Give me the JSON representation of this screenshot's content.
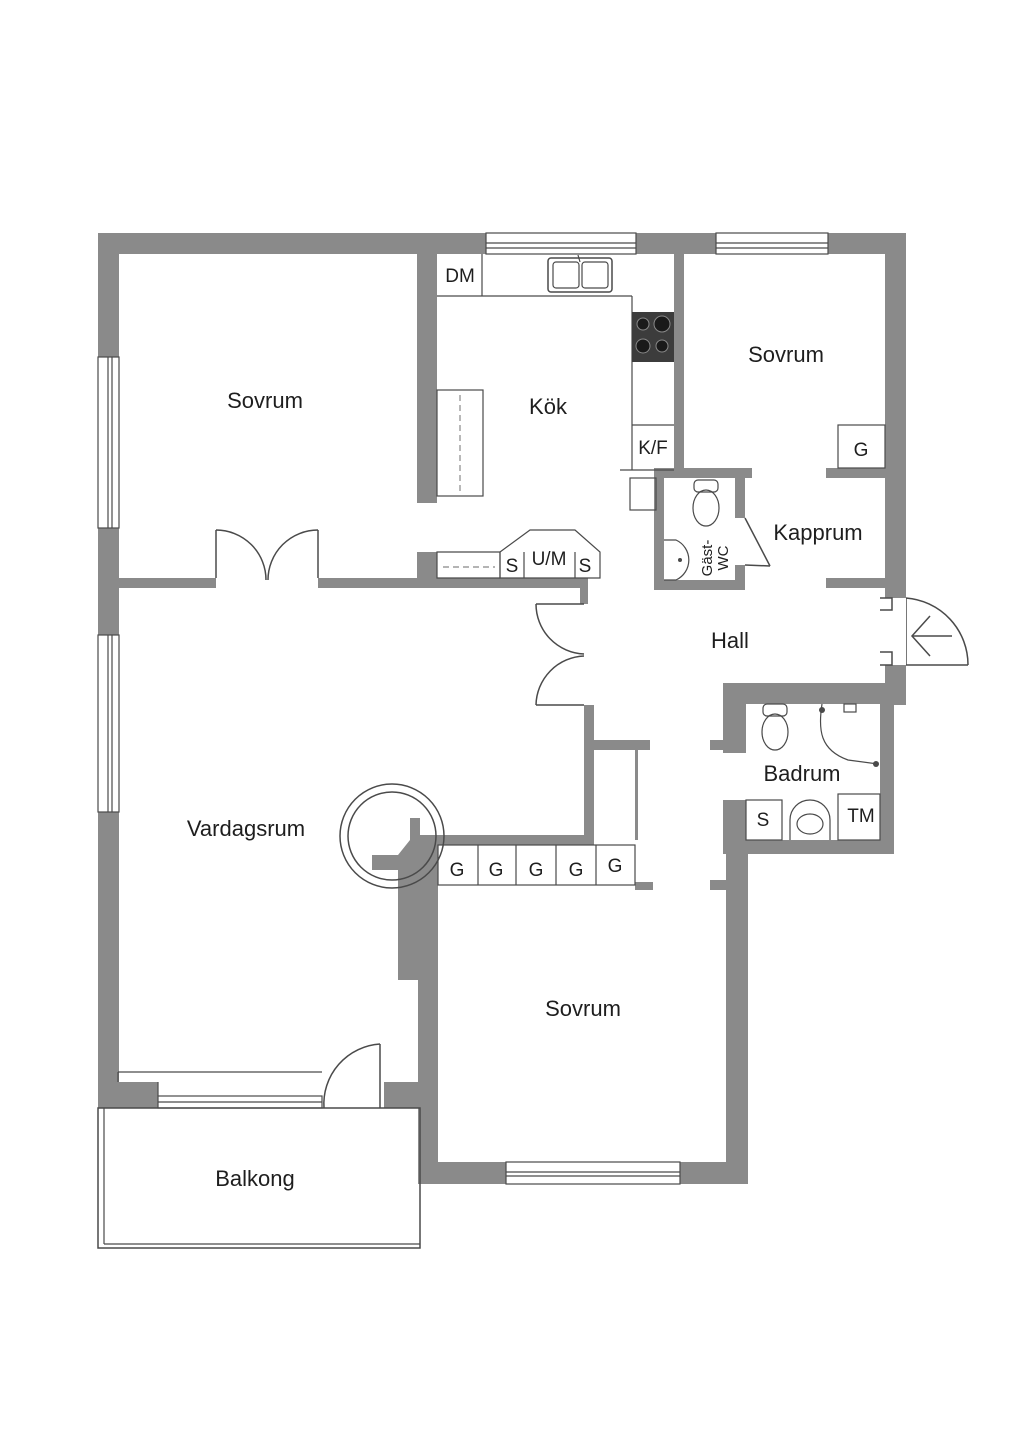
{
  "rooms": {
    "sovrum_nw": "Sovrum",
    "kok": "Kök",
    "sovrum_ne": "Sovrum",
    "kapprum": "Kapprum",
    "hall": "Hall",
    "vardagsrum": "Vardagsrum",
    "badrum": "Badrum",
    "sovrum_s": "Sovrum",
    "balkong": "Balkong"
  },
  "fixtures": {
    "dm": "DM",
    "kf": "K/F",
    "um": "U/M",
    "s_left": "S",
    "s_right": "S",
    "g_ne": "G",
    "gast_wc_line1": "Gäst-",
    "gast_wc_line2": "WC",
    "s_bath": "S",
    "tm": "TM",
    "g_row": [
      "G",
      "G",
      "G",
      "G",
      "G"
    ]
  },
  "icons": {
    "entrance": "arrow-left-icon",
    "stove": "stove-icon",
    "sink": "sink-icon",
    "toilet": "toilet-icon",
    "washbasin": "washbasin-icon"
  },
  "colors": {
    "wall": "#8a8a8a",
    "line": "#4a4a4a",
    "stove": "#3c3c3c",
    "background": "#ffffff"
  }
}
